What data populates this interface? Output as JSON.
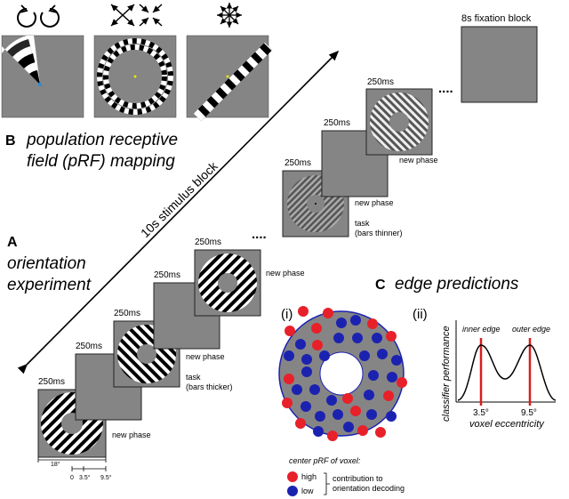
{
  "panel_b": {
    "letter": "B",
    "title_line1": "population receptive",
    "title_line2": "field (pRF) mapping",
    "stimulus_block": "10s stimulus block",
    "fixation_block": "8s fixation block",
    "frames": [
      {
        "time": "250ms",
        "note": ""
      },
      {
        "time": "250ms",
        "note": "new phase"
      },
      {
        "time": "250ms",
        "note": "new phase"
      }
    ],
    "task_line1": "task",
    "task_line2": "(bars thinner)",
    "ellipsis": "...."
  },
  "panel_a": {
    "letter": "A",
    "title_line1": "orientation",
    "title_line2": "experiment",
    "times": [
      "250ms",
      "250ms",
      "250ms",
      "250ms",
      "250ms"
    ],
    "notes": [
      "new phase",
      "new phase",
      "new phase"
    ],
    "task_line1": "task",
    "task_line2": "(bars thicker)",
    "ellipsis": "....",
    "scale_label": "18°",
    "scale_ticks": [
      "0",
      "3.5°",
      "9.5°"
    ]
  },
  "panel_c": {
    "letter": "C",
    "title": "edge predictions",
    "sub_i": "(i)",
    "sub_ii": "(ii)",
    "legend_title": "center pRF of voxel:",
    "legend_high": "high",
    "legend_low": "low",
    "legend_note_line1": "contribution to",
    "legend_note_line2": "orientation decoding",
    "inner_edge": "inner edge",
    "outer_edge": "outer edge",
    "ylabel": "classifier performance",
    "xlabel": "voxel eccentricity",
    "xtick1": "3.5°",
    "xtick2": "9.5°"
  },
  "colors": {
    "gray": "#858585",
    "red": "#e8202a",
    "blue": "#1c22b0",
    "curve_line": "#d81e1e"
  },
  "icons": [
    "rotate-ccw-icon",
    "rotate-cw-icon",
    "expand-icon",
    "contract-icon",
    "eight-direction-icon"
  ]
}
